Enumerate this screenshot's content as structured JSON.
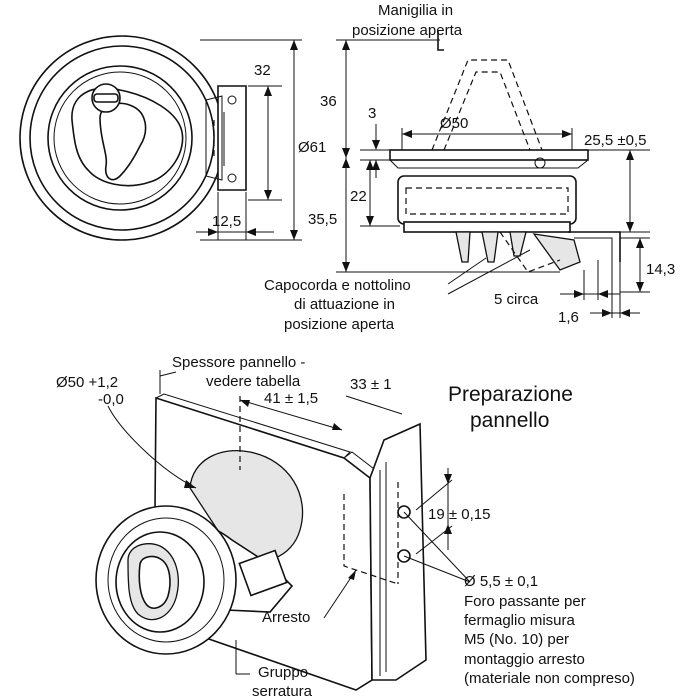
{
  "labels": {
    "handle_open": [
      "Manigilia in",
      "posizione aperta"
    ],
    "dim_32": "32",
    "dim_36": "36",
    "dim_3": "3",
    "dim_d50": "Ø50",
    "dim_25_5": "25,5 ±0,5",
    "dim_d61": "Ø61",
    "dim_22": "22",
    "dim_35_5": "35,5",
    "dim_12_5": "12,5",
    "dim_14_3": "14,3",
    "cam_text": [
      "Capocorda e nottolino",
      "di attuazione in",
      "posizione aperta"
    ],
    "dim_5_circa": "5 circa",
    "dim_1_6": "1,6",
    "panel_thickness": [
      "Spessore pannello -",
      "vedere tabella"
    ],
    "dim_d50_tol_a": "Ø50 +1,2",
    "dim_d50_tol_b": "-0,0",
    "dim_33": "33 ± 1",
    "dim_41": "41 ± 1,5",
    "prep_title": [
      "Preparazione",
      "pannello"
    ],
    "dim_19": "19 ± 0,15",
    "dim_d5_5": "Ø 5,5 ± 0,1",
    "hole_text": [
      "Foro passante per",
      "fermaglio misura",
      "M5 (No. 10) per",
      "montaggio arresto",
      "(materiale non compreso)"
    ],
    "stop_label": "Arresto",
    "lock_group": [
      "Gruppo",
      "serratura"
    ]
  }
}
